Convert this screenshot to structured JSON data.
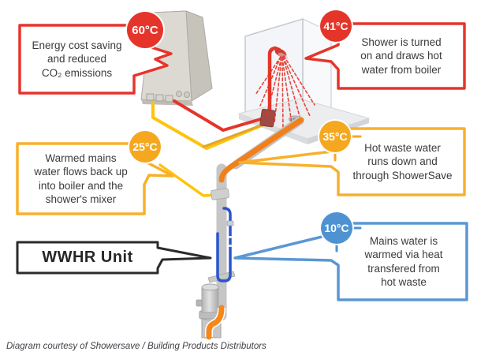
{
  "callouts": {
    "energy": {
      "temp": "60°C",
      "text": "Energy cost saving\nand reduced\nCO₂ emissions"
    },
    "shower": {
      "temp": "41°C",
      "text": "Shower is turned\non and draws hot\nwater from boiler"
    },
    "warmed": {
      "temp": "25°C",
      "text": "Warmed mains\nwater flows back up\ninto boiler and the\nshower's mixer"
    },
    "waste": {
      "temp": "35°C",
      "text": "Hot waste water\nruns down and\nthrough ShowerSave"
    },
    "mains": {
      "temp": "10°C",
      "text": "Mains water is\nwarmed via heat\ntransfered from\nhot waste"
    },
    "wwhr": {
      "text": "WWHR Unit"
    }
  },
  "caption": "Diagram courtesy of Showersave / Building Products Distributors",
  "colors": {
    "hot_red": "#e5352b",
    "warm_yellow": "#f5a81f",
    "pipe_yellow": "#ffc30b",
    "cold_blue_badge": "#4e92d2",
    "pipe_blue": "#2a55cd",
    "waste_orange": "#f2801a",
    "box_black": "#2b2b2b"
  }
}
